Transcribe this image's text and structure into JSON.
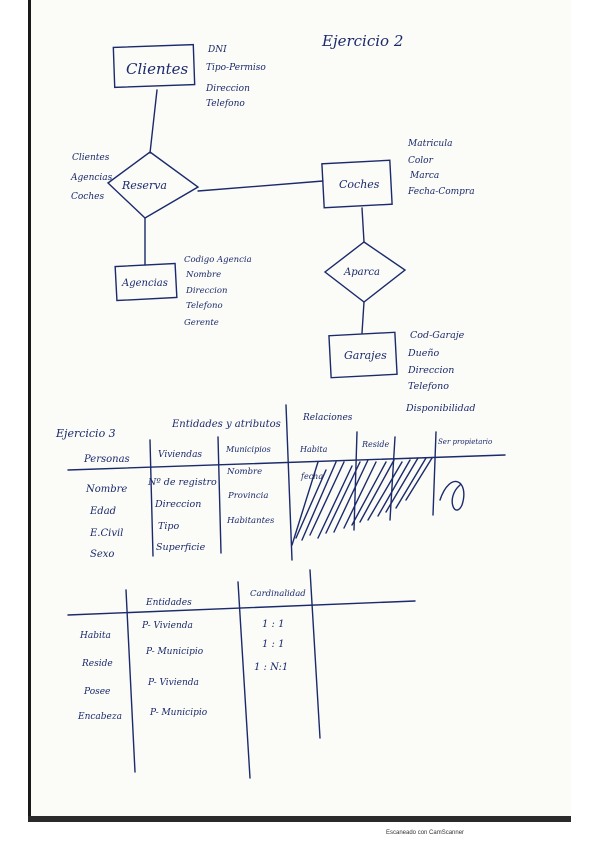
{
  "ex2": {
    "title": "Ejercicio 2",
    "entities": {
      "clientes": "Clientes",
      "coches": "Coches",
      "agencias": "Agencias",
      "garajes": "Garajes"
    },
    "relations": {
      "reserva": "Reserva",
      "aparca": "Aparca"
    },
    "attrs_clientes": [
      "DNI",
      "Tipo-Permiso",
      "Direccion",
      "Telefono"
    ],
    "attrs_reserva": [
      "Clientes",
      "Agencias",
      "Coches"
    ],
    "attrs_coches": [
      "Matricula",
      "Color",
      "Marca",
      "Fecha-Compra"
    ],
    "attrs_agencias": [
      "Codigo Agencia",
      "Nombre",
      "Direccion",
      "Telefono",
      "Gerente"
    ],
    "attrs_garajes": [
      "Cod-Garaje",
      "Dueño",
      "Direccion",
      "Telefono",
      "Disponibilidad"
    ]
  },
  "ex3": {
    "title": "Ejercicio 3",
    "subtitle": "Entidades y atributos",
    "rel_header": "Relaciones",
    "columns": [
      "Personas",
      "Viviendas",
      "Municipios",
      "Habita",
      "Reside",
      "Ser propietario"
    ],
    "personas": [
      "Nombre",
      "Edad",
      "E.Civil",
      "Sexo"
    ],
    "viviendas": [
      "Nº de registro",
      "Direccion",
      "Tipo",
      "Superficie"
    ],
    "municipios": [
      "Nombre",
      "Provincia",
      "Habitantes"
    ],
    "habita": [
      "fecha"
    ]
  },
  "table2": {
    "headers": [
      "Entidades",
      "Cardinalidad"
    ],
    "rows": [
      {
        "rel": "Habita",
        "ent": "P- Vivienda",
        "card": "1 : 1"
      },
      {
        "rel": "Reside",
        "ent": "P- Municipio",
        "card": "1 : 1"
      },
      {
        "rel": "Posee",
        "ent": "P- Vivienda",
        "card": "1 : N:1"
      },
      {
        "rel": "Encabeza",
        "ent": "P- Municipio",
        "card": ""
      }
    ]
  },
  "footer": "Escaneado con CamScanner"
}
